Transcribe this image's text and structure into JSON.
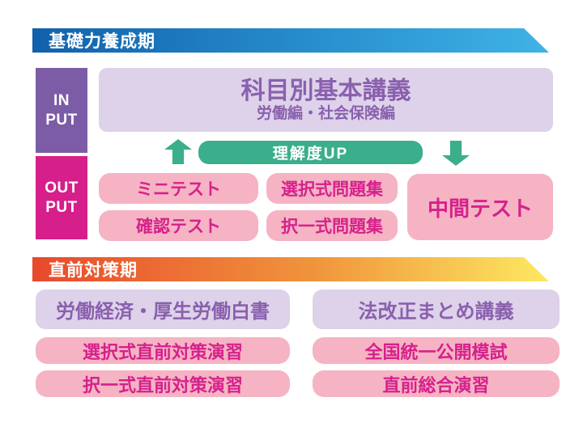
{
  "phase1": {
    "title": "基礎力養成期",
    "input_label": [
      "IN",
      "PUT"
    ],
    "main_course": {
      "title": "科目別基本講義",
      "subtitle": "労働編・社会保険編"
    },
    "understanding_badge": "理解度UP",
    "arrows": [
      "up-arrow-icon",
      "down-arrow-icon"
    ],
    "output_label": [
      "OUT",
      "PUT"
    ],
    "output_items": [
      "ミニテスト",
      "選択式問題集",
      "確認テスト",
      "択一式問題集"
    ],
    "midterm_test": "中間テスト"
  },
  "phase2": {
    "title": "直前対策期",
    "left_column": [
      "労働経済・厚生労働白書",
      "選択式直前対策演習",
      "択一式直前対策演習"
    ],
    "right_column": [
      "法改正まとめ講義",
      "全国統一公開模試",
      "直前総合演習"
    ]
  },
  "colors": {
    "banner_blue_start": "#1160ac",
    "banner_blue_end": "#40b3e6",
    "banner_orange_start": "#e8492c",
    "banner_orange_end": "#fde961",
    "input_purple": "#7c5ca6",
    "output_magenta": "#d61f8b",
    "lavender_fill": "#ddd2e9",
    "lavender_text": "#8a60ae",
    "pink_fill": "#f5b3c3",
    "pink_text": "#d6218c",
    "green": "#3bae8b"
  }
}
